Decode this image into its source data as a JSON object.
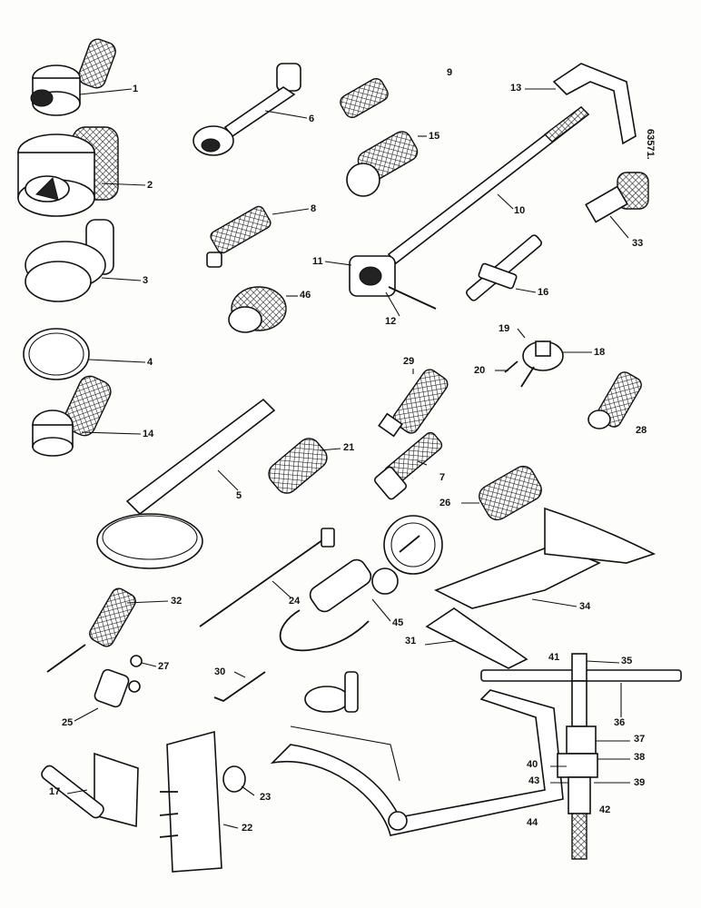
{
  "drawing_ref": "63571.",
  "callouts": {
    "c1": "1",
    "c2": "2",
    "c3": "3",
    "c4": "4",
    "c5": "5",
    "c6": "6",
    "c7": "7",
    "c8": "8",
    "c9": "9",
    "c10": "10",
    "c11": "11",
    "c12": "12",
    "c13": "13",
    "c14": "14",
    "c15": "15",
    "c16": "16",
    "c17": "17",
    "c18": "18",
    "c19": "19",
    "c20": "20",
    "c21": "21",
    "c22": "22",
    "c23": "23",
    "c24": "24",
    "c25": "25",
    "c26": "26",
    "c27": "27",
    "c28": "28",
    "c29": "29",
    "c30": "30",
    "c31": "31",
    "c32": "32",
    "c33": "33",
    "c34": "34",
    "c35": "35",
    "c36": "36",
    "c37": "37",
    "c38": "38",
    "c39": "39",
    "c40": "40",
    "c41": "41",
    "c42": "42",
    "c43": "43",
    "c44": "44",
    "c45": "45",
    "c46": "46"
  }
}
